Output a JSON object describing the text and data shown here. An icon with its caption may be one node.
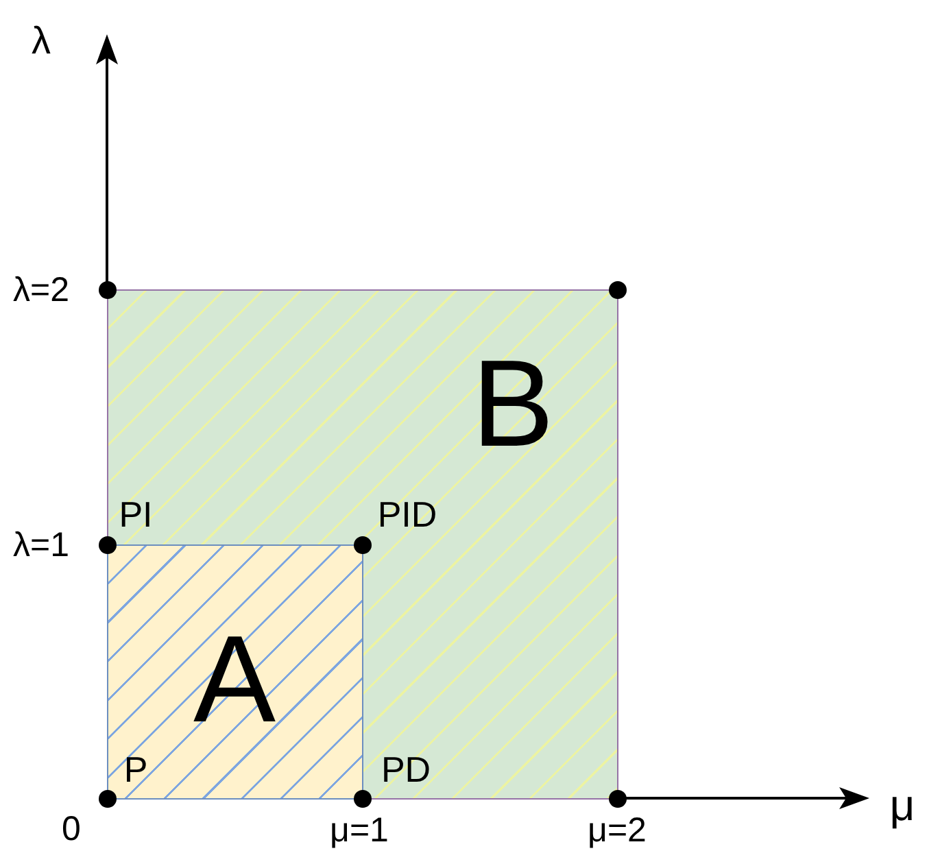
{
  "diagram": {
    "nodes": [
      {
        "text": [
          "B"
        ]
      },
      {
        "text": [
          "A"
        ],
        "in": 0
      }
    ],
    "labels": [
      "λ",
      "λ=2",
      "PI",
      "PID",
      "λ=1",
      "P",
      "PD",
      "μ",
      "0",
      "μ=1",
      "μ=2"
    ]
  }
}
